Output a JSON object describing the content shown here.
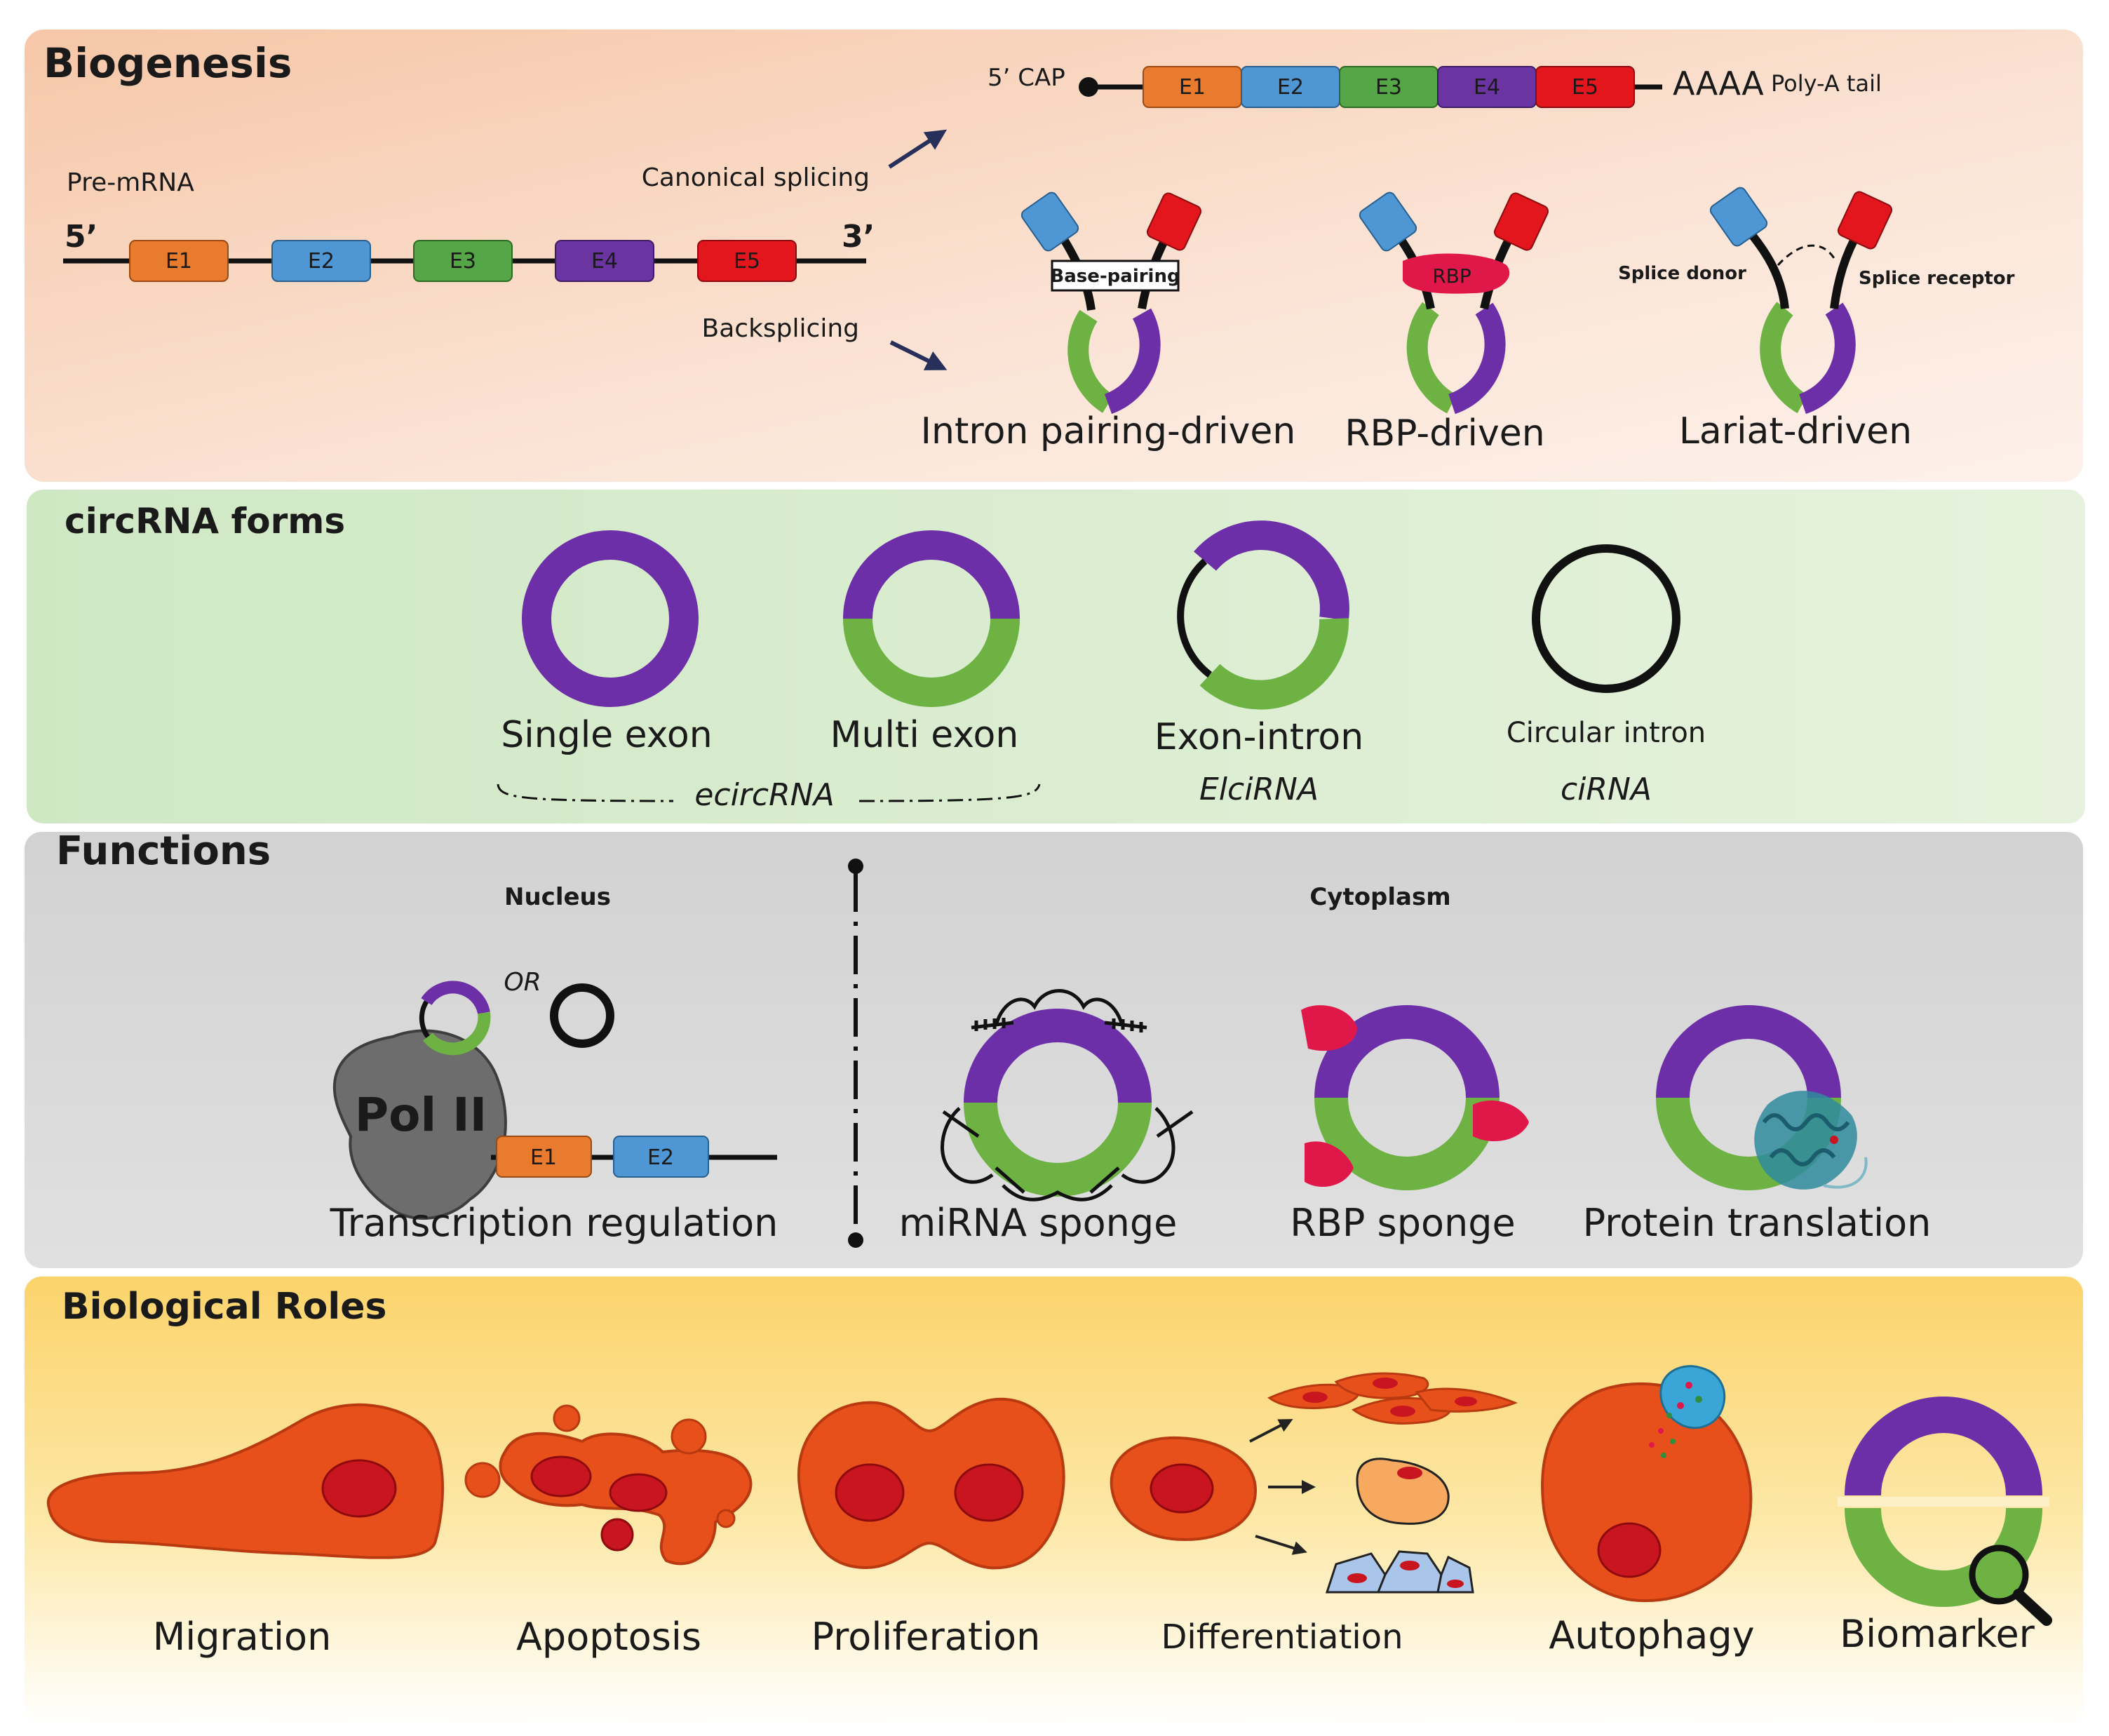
{
  "colors": {
    "exon1": "#e87b2e",
    "exon2": "#4f97d4",
    "exon3": "#55a646",
    "exon4": "#6a35a0",
    "exon5": "#e3161d",
    "ring_purple": "#6d2fa8",
    "ring_green": "#6db243",
    "cell": "#e8501b",
    "nucleus": "#c8151f",
    "rbp": "#e0184a"
  },
  "biogenesis": {
    "title": "Biogenesis",
    "pre_mrna_label": "Pre-mRNA",
    "five_prime": "5’",
    "three_prime": "3’",
    "exons": [
      "E1",
      "E2",
      "E3",
      "E4",
      "E5"
    ],
    "canonical_label": "Canonical splicing",
    "backsplicing_label": "Backsplicing",
    "cap_label": "5’ CAP",
    "polya_seq": "AAAA",
    "polya_label": "Poly-A tail",
    "base_pairing_label": "Base-pairing",
    "rbp_label": "RBP",
    "splice_donor_label": "Splice donor",
    "splice_receptor_label": "Splice receptor",
    "mechanisms": [
      "Intron pairing-driven",
      "RBP-driven",
      "Lariat-driven"
    ]
  },
  "forms": {
    "title": "circRNA forms",
    "items": [
      {
        "label": "Single exon",
        "type": ""
      },
      {
        "label": "Multi exon",
        "type": ""
      },
      {
        "label": "Exon-intron",
        "type": "ElciRNA"
      },
      {
        "label": "Circular intron",
        "type": "ciRNA"
      }
    ],
    "ecirc_label": "ecircRNA"
  },
  "functions": {
    "title": "Functions",
    "nucleus_label": "Nucleus",
    "cytoplasm_label": "Cytoplasm",
    "or_label": "OR",
    "pol_label": "Pol II",
    "exons": [
      "E1",
      "E2"
    ],
    "items": [
      "Transcription regulation",
      "miRNA sponge",
      "RBP sponge",
      "Protein translation"
    ]
  },
  "roles": {
    "title": "Biological Roles",
    "items": [
      "Migration",
      "Apoptosis",
      "Proliferation",
      "Differentiation",
      "Autophagy",
      "Biomarker"
    ]
  }
}
